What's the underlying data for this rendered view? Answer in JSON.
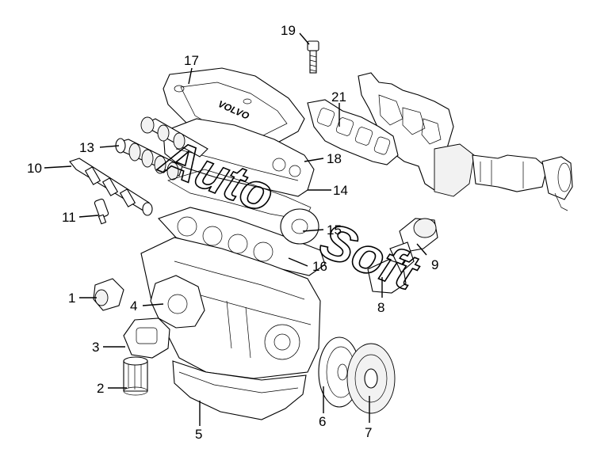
{
  "diagram": {
    "engraving": "VOLVO",
    "watermark": [
      "Auto",
      "Soft"
    ],
    "callouts": [
      {
        "n": "1"
      },
      {
        "n": "2"
      },
      {
        "n": "3"
      },
      {
        "n": "4"
      },
      {
        "n": "5"
      },
      {
        "n": "6"
      },
      {
        "n": "7"
      },
      {
        "n": "8"
      },
      {
        "n": "9"
      },
      {
        "n": "10"
      },
      {
        "n": "11"
      },
      {
        "n": "13"
      },
      {
        "n": "14"
      },
      {
        "n": "15"
      },
      {
        "n": "16"
      },
      {
        "n": "17"
      },
      {
        "n": "18"
      },
      {
        "n": "19"
      },
      {
        "n": "21"
      }
    ]
  }
}
